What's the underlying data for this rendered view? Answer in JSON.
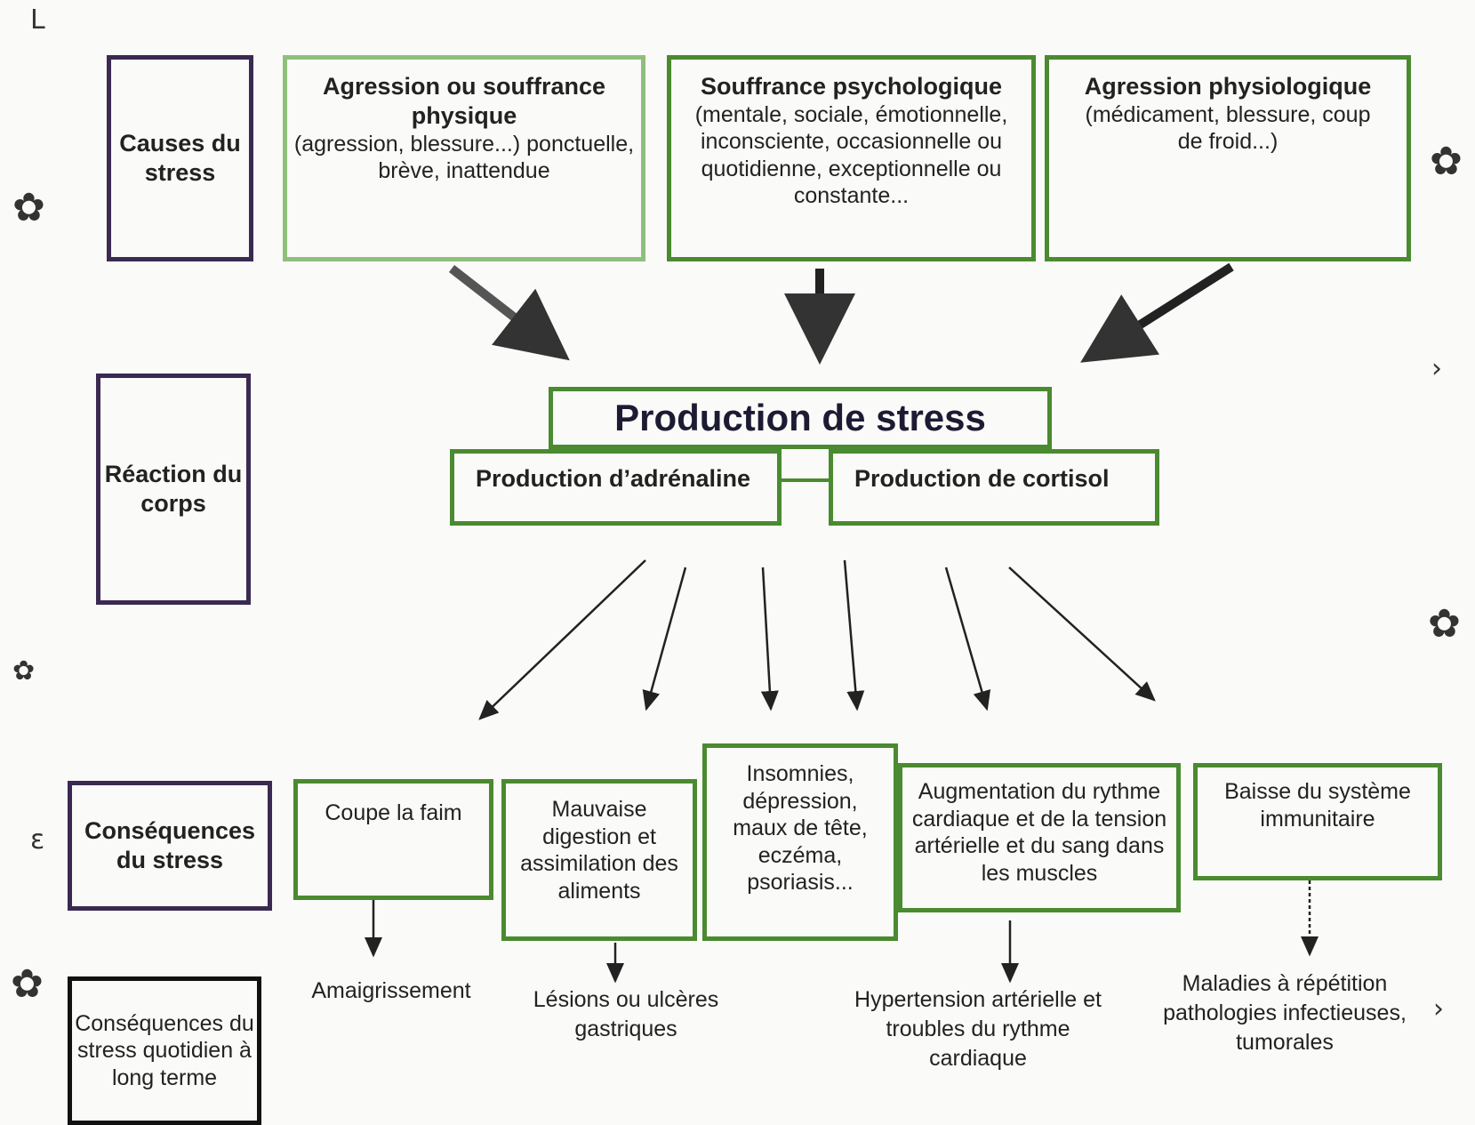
{
  "labels": {
    "causes": "Causes du stress",
    "reaction": "Réaction du corps",
    "consequences": "Conséquences du stress",
    "long_term": "Conséquences du stress quotidien à long terme"
  },
  "causes": [
    {
      "title": "Agression ou souffrance physique",
      "text": "(agression, blessure...) ponctuelle, brève, inattendue"
    },
    {
      "title": "Souffrance psychologique",
      "text": "(mentale, sociale, émotionnelle, inconsciente, occasionnelle ou quotidienne, exceptionnelle ou constante..."
    },
    {
      "title": "Agression physiologique",
      "text": "(médicament, blessure, coup de froid...)"
    }
  ],
  "production": {
    "title": "Production de stress",
    "adrenaline": "Production d’adrénaline",
    "cortisol": "Production de cortisol"
  },
  "consequences": [
    "Coupe la faim",
    "Mauvaise digestion et assimilation des aliments",
    "Insomnies, dépression, maux de tête, eczéma, psoriasis...",
    "Augmentation du rythme cardiaque et de la tension artérielle et du sang dans les muscles",
    "Baisse du système immunitaire"
  ],
  "outcomes": [
    "Amaigrissement",
    "Lésions ou ulcères gastriques",
    "Hypertension artérielle et troubles du rythme cardiaque",
    "Maladies à répétition pathologies infectieuses, tumorales"
  ],
  "decorations": {
    "flower": "flower-icon",
    "color_accent": "#4a8a30",
    "color_label_border": "#3a2a52"
  }
}
